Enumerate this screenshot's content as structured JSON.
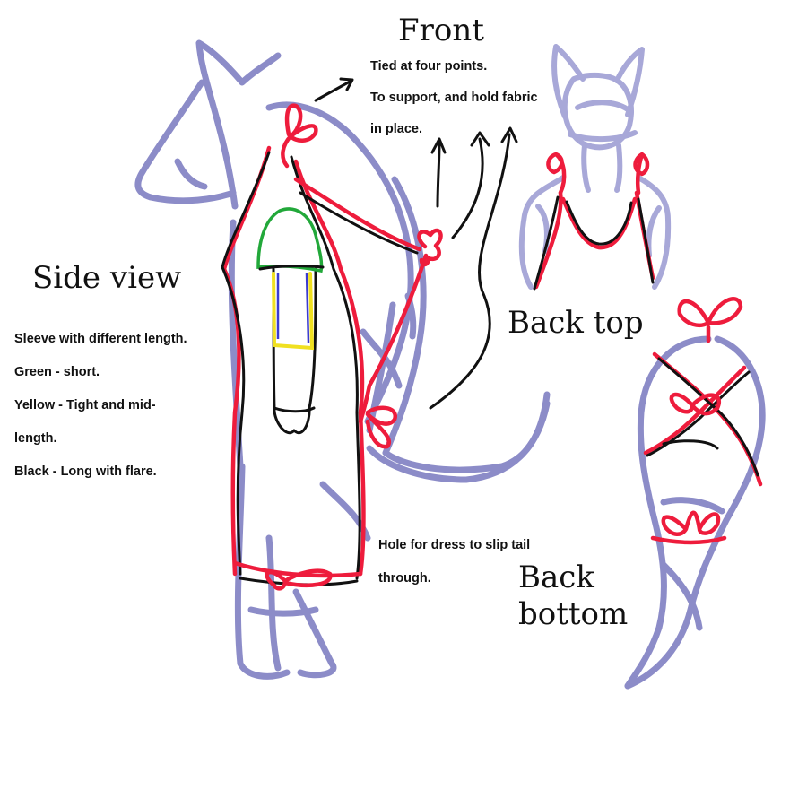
{
  "titles": {
    "front": "Front",
    "side": "Side view",
    "back_top": "Back top",
    "back_bottom_line1": "Back",
    "back_bottom_line2": "bottom"
  },
  "notes": {
    "front": [
      "Tied at four points.",
      "To support, and hold fabric",
      "in place."
    ],
    "side": [
      "Sleeve with different length.",
      "Green - short.",
      "Yellow - Tight and mid-",
      "length.",
      "Black - Long with flare."
    ],
    "hole": [
      "Hole for dress to slip tail",
      "through."
    ]
  },
  "colors": {
    "fur_outline": "#8c8cc8",
    "dress_outline": "#ee1c3c",
    "ink": "#111111",
    "sleeve_short": "#22a83a",
    "sleeve_mid": "#f0e020",
    "sleeve_long": "#111111"
  }
}
